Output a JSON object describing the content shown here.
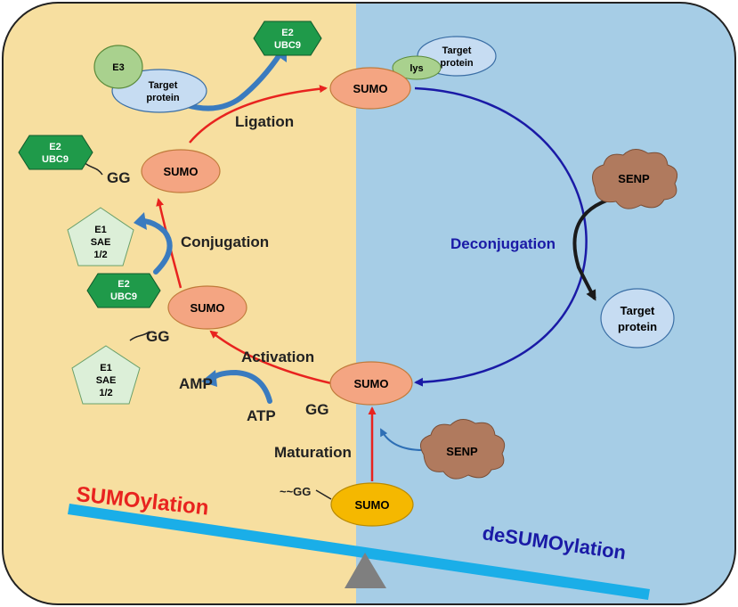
{
  "processes": {
    "ligation": "Ligation",
    "conjugation": "Conjugation",
    "activation": "Activation",
    "maturation": "Maturation",
    "deconjugation": "Deconjugation"
  },
  "sumo": "SUMO",
  "gg": "GG",
  "tilde_gg": "~~GG",
  "lys": "lys",
  "target_protein": [
    "Target",
    "protein"
  ],
  "e3": "E3",
  "e2": [
    "E2",
    "UBC9"
  ],
  "e1": [
    "E1",
    "SAE",
    "1/2"
  ],
  "senp": "SENP",
  "amp": "AMP",
  "atp": "ATP",
  "balance": {
    "left": "SUMOylation",
    "right": "deSUMOylation"
  },
  "colors": {
    "left_bg": "#f7dfa0",
    "right_bg": "#a6cde6",
    "sumo_fill": "#f4a582",
    "sumo_precursor_fill": "#f5b800",
    "e2_fill": "#1f9a4a",
    "e1_fill": "#dcefd8",
    "target_fill": "#c6dcf2",
    "lys_fill": "#a9d18e",
    "senp_fill": "#b07a5e",
    "red_arrow": "#e8231f",
    "blue_arrow": "#1a1aa6",
    "beam": "#1aaee8",
    "fulcrum": "#7f7f7f"
  }
}
